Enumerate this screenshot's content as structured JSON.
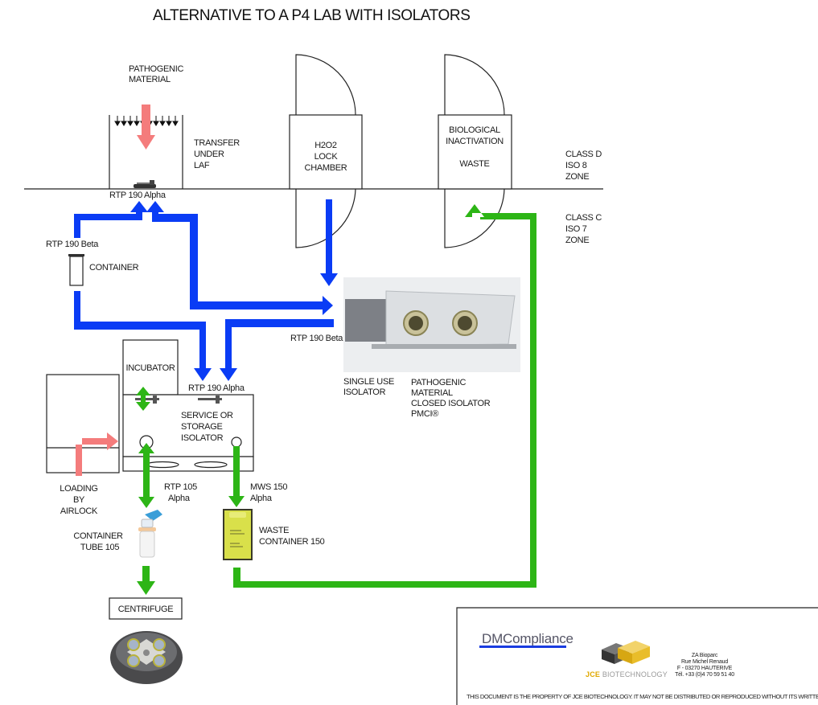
{
  "title": "ALTERNATIVE TO A P4 LAB WITH ISOLATORS",
  "colors": {
    "transfer_flow": "#0a3cf5",
    "waste_flow": "#2db516",
    "loading_flow": "#f47c7c"
  },
  "zones": {
    "upper": [
      "CLASS D",
      "ISO 8",
      "ZONE"
    ],
    "lower": [
      "CLASS C",
      "ISO 7",
      "ZONE"
    ]
  },
  "laf": {
    "source": [
      "PATHOGENIC",
      "MATERIAL"
    ],
    "label": [
      "TRANSFER",
      "UNDER",
      "LAF"
    ],
    "port": "RTP 190 Alpha"
  },
  "lock_chamber": [
    "H2O2",
    "LOCK",
    "CHAMBER"
  ],
  "inactivation": {
    "lines": [
      "BIOLOGICAL",
      "INACTIVATION"
    ],
    "sub": "WASTE"
  },
  "container": {
    "port": "RTP 190 Beta",
    "label": "CONTAINER"
  },
  "single_use": {
    "port": "RTP 190 Beta",
    "label": [
      "SINGLE USE",
      "ISOLATOR"
    ],
    "desc": [
      "PATHOGENIC",
      "MATERIAL",
      "CLOSED ISOLATOR",
      "PMCI®"
    ]
  },
  "service": {
    "incubator": "INCUBATOR",
    "port": "RTP 190 Alpha",
    "label": [
      "SERVICE OR",
      "STORAGE",
      "ISOLATOR"
    ],
    "loading": [
      "LOADING",
      "BY",
      "AIRLOCK"
    ]
  },
  "tube": {
    "port": [
      "RTP 105",
      "Alpha"
    ],
    "label": [
      "CONTAINER",
      "TUBE 105"
    ]
  },
  "waste": {
    "port": [
      "MWS 150",
      "Alpha"
    ],
    "label": [
      "WASTE",
      "CONTAINER 150"
    ]
  },
  "centrifuge": "CENTRIFUGE",
  "footer": {
    "brand": "DMCompliance",
    "company_a": "JCE",
    "company_b": "BIOTECHNOLOGY",
    "address": [
      "ZA Bioparc",
      "Rue Michel Renaud",
      "F - 03270 HAUTERIVE",
      "Tél. +33 (0)4 70 59 51 40"
    ],
    "disclaimer": "THIS DOCUMENT IS THE PROPERTY OF JCE BIOTECHNOLOGY. IT MAY NOT BE DISTRIBUTED OR REPRODUCED WITHOUT ITS WRITTEN AUTHORIZATION:"
  }
}
